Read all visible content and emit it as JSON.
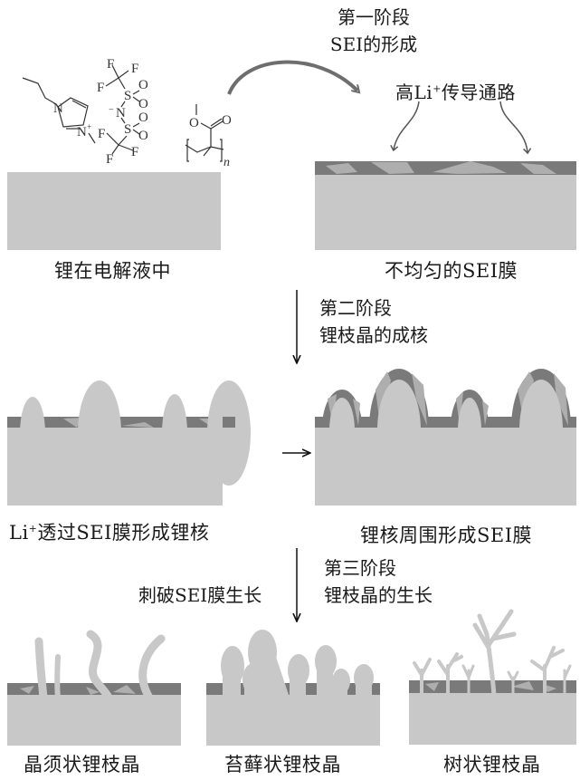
{
  "colors": {
    "lithium": "#c8c8c8",
    "sei_dark": "#7a7a7a",
    "sei_light": "#aeaeae",
    "arrow": "#6e6e6e",
    "text": "#1a1a1a",
    "background": "#ffffff"
  },
  "stage1": {
    "line1": "第一阶段",
    "line2": "SEI的形成",
    "channel_label_prefix": "高Li",
    "channel_label_sup": "+",
    "channel_label_suffix": "传导通路"
  },
  "stage2": {
    "line1": "第二阶段",
    "line2": "锂枝晶的成核"
  },
  "stage3": {
    "line1": "第三阶段",
    "line2": "锂枝晶的生长",
    "side_label": "刺破SEI膜生长"
  },
  "molecules": {
    "cation": "1-propyl-3-methylimidazolium (N⁺)",
    "anion": "TFSI⁻ (CF3SO2)2N⁻",
    "polymer": "PMMA repeat unit",
    "polymer_subscript": "n"
  },
  "panels": {
    "p1": {
      "caption": "锂在电解液中"
    },
    "p2": {
      "caption": "不均匀的SEI膜"
    },
    "p3": {
      "caption_prefix": "Li",
      "caption_sup": "+",
      "caption_suffix": "透过SEI膜形成锂核"
    },
    "p4": {
      "caption": "锂核周围形成SEI膜"
    },
    "p5": {
      "caption": "晶须状锂枝晶"
    },
    "p6": {
      "caption": "苔藓状锂枝晶"
    },
    "p7": {
      "caption": "树状锂枝晶"
    }
  }
}
